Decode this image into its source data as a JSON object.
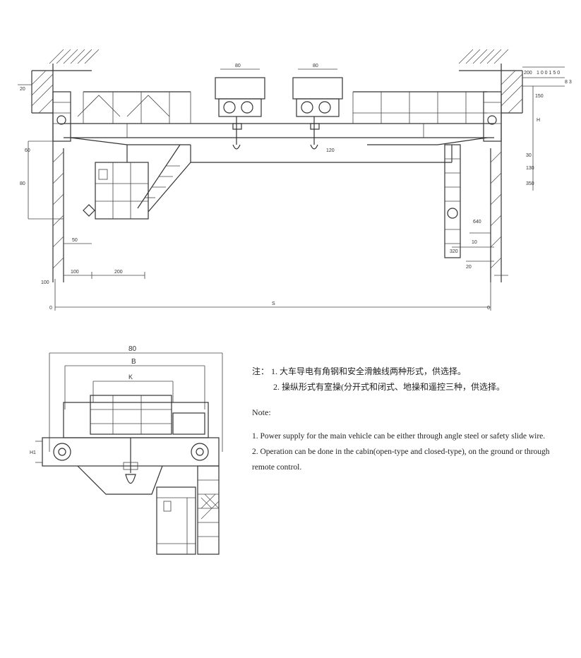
{
  "front_view": {
    "dims": {
      "trolley_left": "80",
      "trolley_right": "80",
      "span": "S",
      "left_a": "100",
      "left_b": "200",
      "left_c": "50",
      "left_d": "80",
      "left_e": "60",
      "left_f": "20",
      "left_g": "100",
      "right_a": "150",
      "right_b": "30",
      "right_c": "130",
      "right_d": "350",
      "right_e": "640",
      "right_f": "320",
      "right_g": "10",
      "right_h": "20",
      "top_a": "200",
      "top_b": "1 0 0 1 5 0",
      "top_c": "8 3",
      "zero_left": "0",
      "zero_right": "0",
      "h": "H",
      "mid_label": "120"
    }
  },
  "side_view": {
    "dims": {
      "width_total": "80",
      "width_b": "B",
      "width_k": "K",
      "height_h1": "H1"
    }
  },
  "notes": {
    "cn_1": "注：  1. 大车导电有角钢和安全滑触线两种形式，供选择。",
    "cn_2": "2. 操纵形式有室操(分开式和闭式、地操和遥控三种，供选择。",
    "en_title": "Note:",
    "en_1": "1.  Power supply for the main vehicle can be either through angle steel or safety slide wire.",
    "en_2": "2.  Operation can be done in the cabin(open-type and closed-type),  on the ground or through remote control."
  }
}
